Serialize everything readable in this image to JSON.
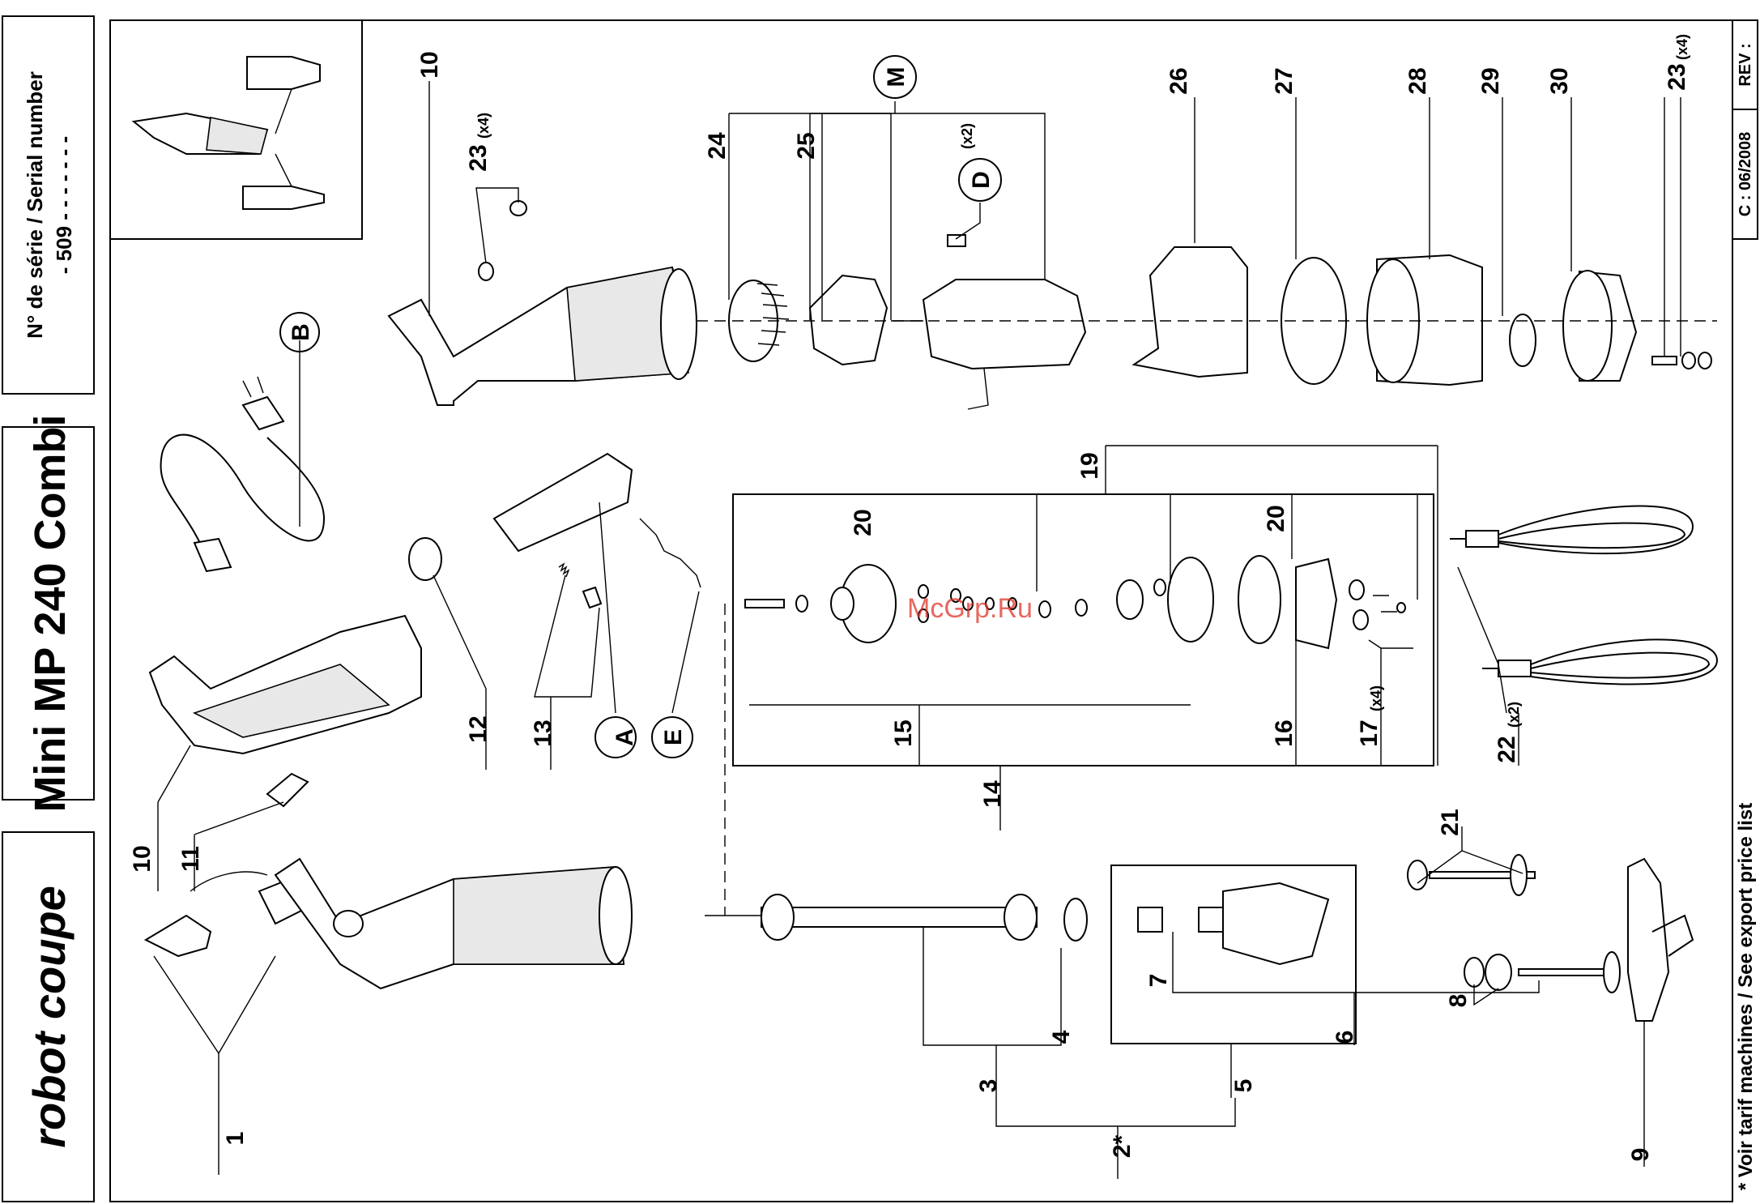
{
  "titles": {
    "brand": "robot coupe",
    "model": "Mini MP 240 Combi",
    "serial_label": "N° de série / Serial number",
    "serial_value": "- 509 - - - - -  - -",
    "rev": "REV :",
    "date": "C : 06/2008",
    "footnote": "* Voir tarif machines / See export price list"
  },
  "watermark": "McGrp.Ru",
  "callouts": {
    "c1": "1",
    "c2": "2*",
    "c3": "3",
    "c4": "4",
    "c5": "5",
    "c6": "6",
    "c7": "7",
    "c8": "8",
    "c9": "9",
    "c10a": "10",
    "c10b": "10",
    "c11": "11",
    "c12": "12",
    "c13": "13",
    "c14": "14",
    "c15": "15",
    "c16": "16",
    "c17": "17",
    "c17m": "(x4)",
    "c19": "19",
    "c20a": "20",
    "c20b": "20",
    "c21": "21",
    "c22": "22",
    "c22m": "(x2)",
    "c23a": "23",
    "c23am": "(x4)",
    "c23b": "23",
    "c23bm": "(x4)",
    "c24": "24",
    "c25": "25",
    "c26": "26",
    "c27": "27",
    "c28": "28",
    "c29": "29",
    "c30": "30",
    "cA": "A",
    "cB": "B",
    "cD": "D",
    "cDm": "(x2)",
    "cE": "E",
    "cM": "M"
  }
}
